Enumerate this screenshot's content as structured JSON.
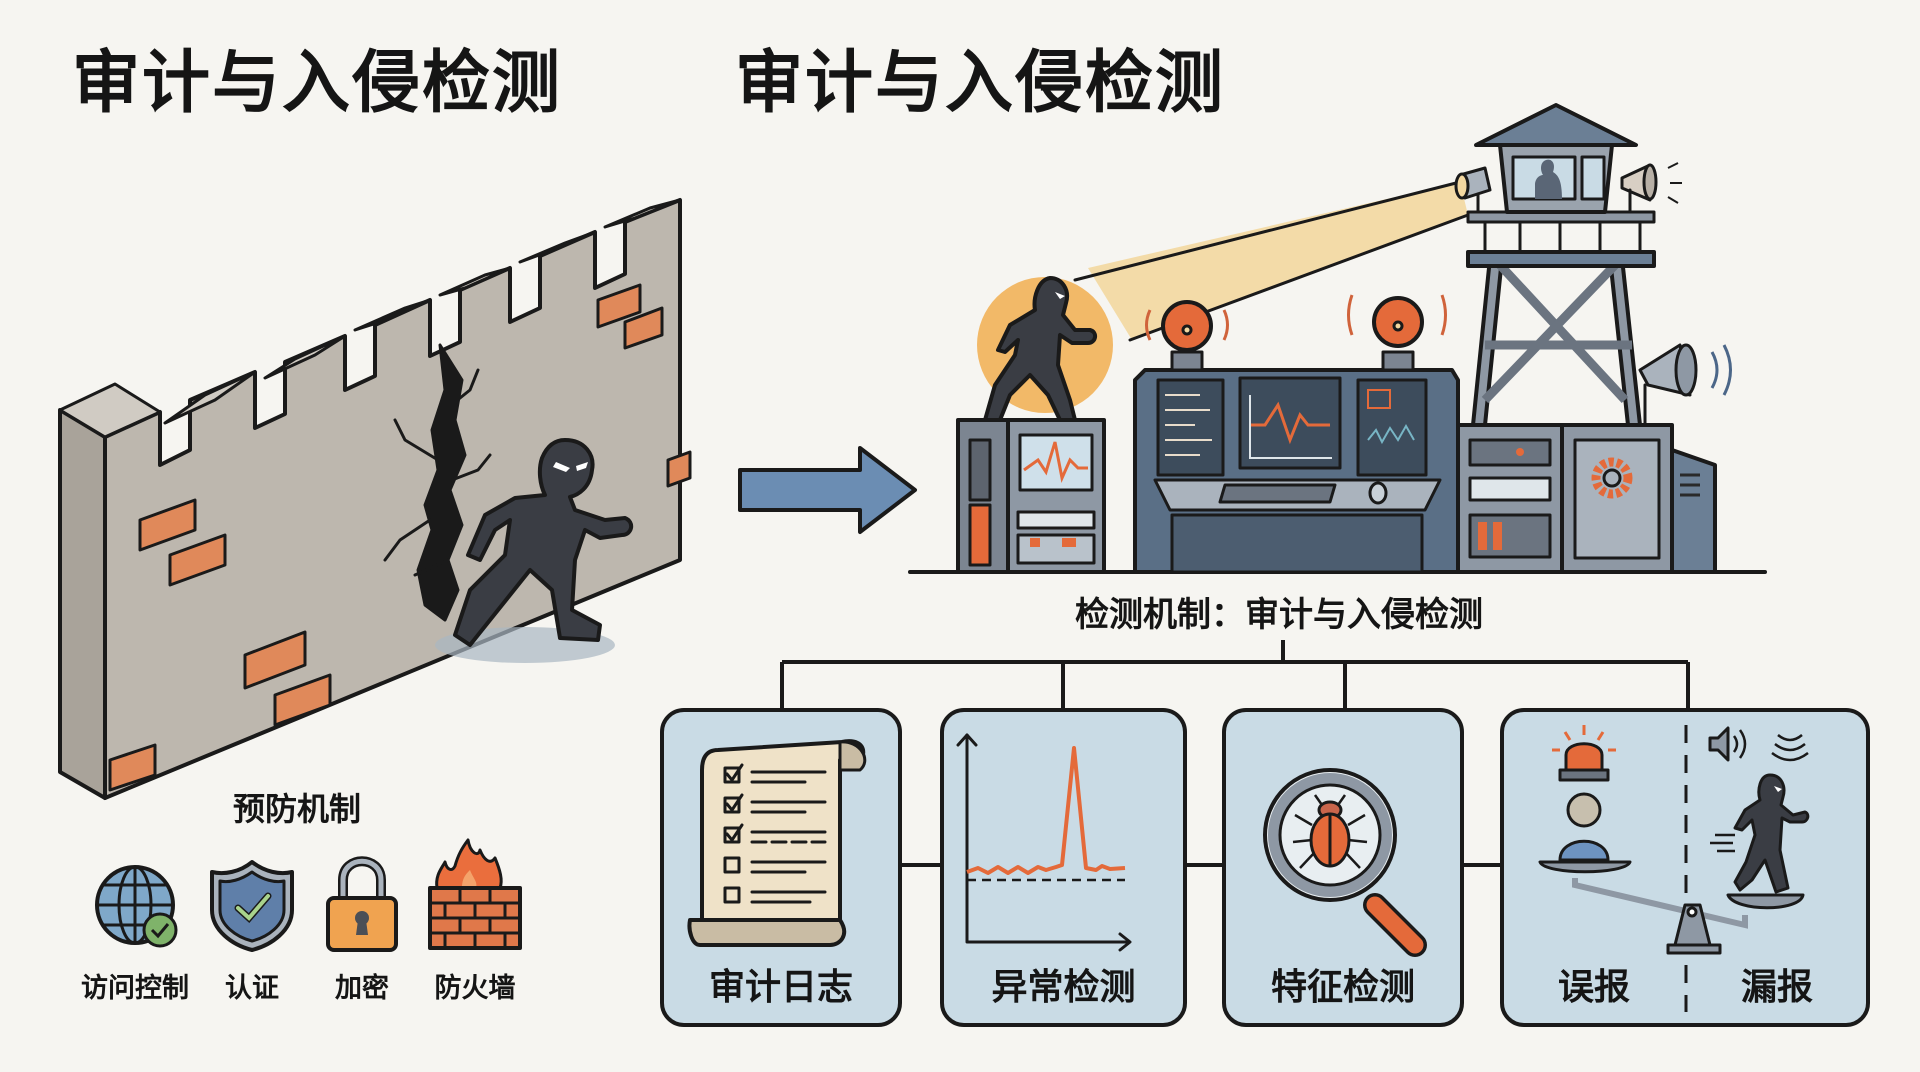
{
  "titles": {
    "left": "审计与入侵检测",
    "right": "审计与入侵检测"
  },
  "prevention": {
    "heading": "预防机制",
    "items": [
      {
        "label": "访问控制",
        "icon": "globe-check-icon"
      },
      {
        "label": "认证",
        "icon": "shield-check-icon"
      },
      {
        "label": "加密",
        "icon": "padlock-icon"
      },
      {
        "label": "防火墙",
        "icon": "firewall-icon"
      }
    ]
  },
  "detection": {
    "heading": "检测机制：审计与入侵检测",
    "cards": [
      {
        "label": "审计日志",
        "icon": "audit-log-scroll-icon"
      },
      {
        "label": "异常检测",
        "icon": "anomaly-spike-chart-icon"
      },
      {
        "label": "特征检测",
        "icon": "magnifier-bug-icon"
      },
      {
        "label_left": "误报",
        "label_right": "漏报",
        "icon": "balance-scale-icon"
      }
    ]
  },
  "colors": {
    "background": "#f6f5f1",
    "card_fill": "#c9dbe5",
    "accent_orange": "#e46a3a",
    "steel_blue": "#5f7d99",
    "wall_gray": "#bdb7ae",
    "intruder": "#3a3d44"
  }
}
